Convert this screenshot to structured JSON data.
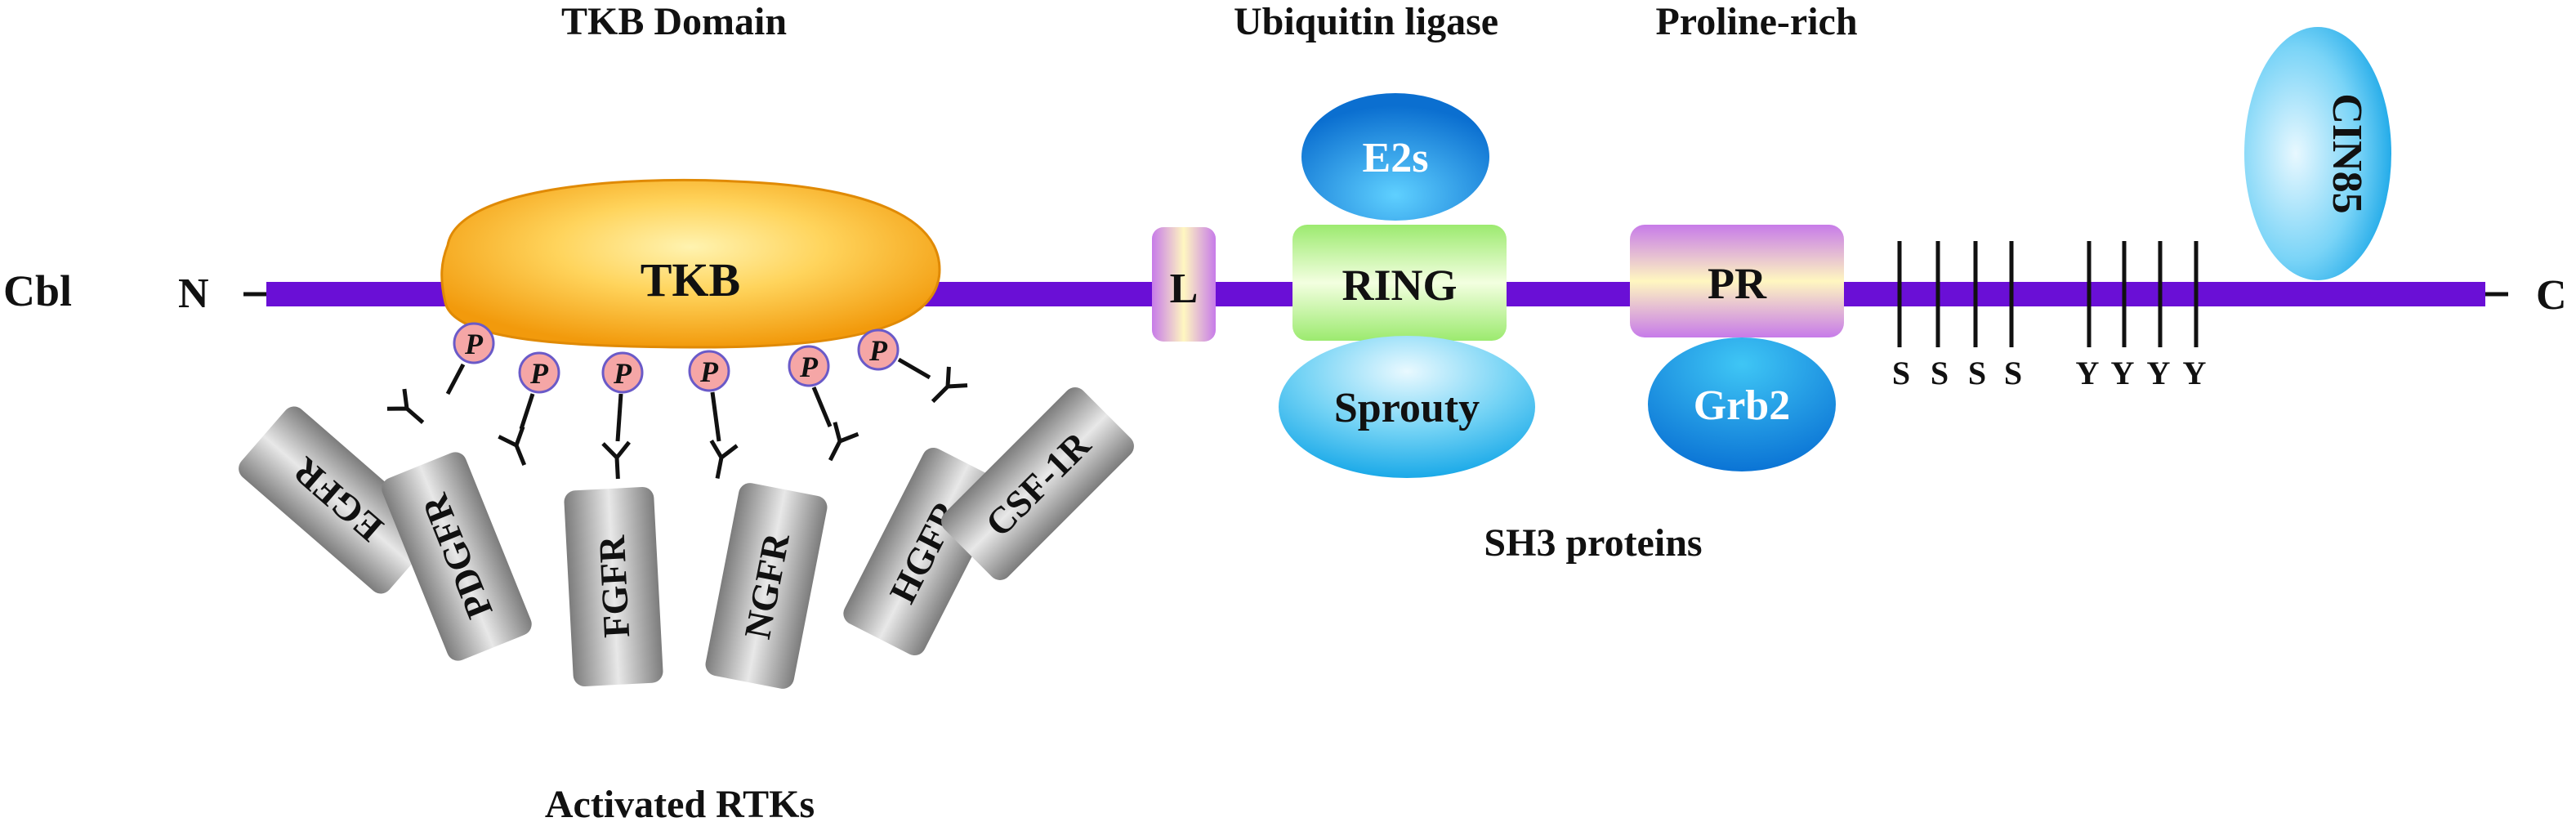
{
  "colors": {
    "backbone": "#6a0fd6",
    "tkb_light": "#ffe27a",
    "tkb_dark": "#f29a0c",
    "phospho_fill": "#f5a6a6",
    "receptor_light": "#e6e6e6",
    "receptor_dark": "#8a8a8a",
    "blue_light": "#e8f8ff",
    "blue_dark": "#0d8fe0",
    "green_light": "#f0ffd0",
    "green_dark": "#8fe070",
    "violet_light": "#fff8c0",
    "violet_dark": "#c57de8",
    "text": "#111111"
  },
  "labels": {
    "cbl": "Cbl",
    "n_term": "N",
    "c_term": "C",
    "tkb_domain": "TKB  Domain",
    "ubiquitin_ligase": "Ubiquitin ligase",
    "proline_rich": "Proline-rich",
    "sh3_proteins": "SH3 proteins",
    "activated_rtks": "Activated RTKs"
  },
  "domains": {
    "tkb": "TKB",
    "linker": "L",
    "ring": "RING",
    "pr": "PR"
  },
  "partners": {
    "e2s": "E2s",
    "sprouty": "Sprouty",
    "grb2": "Grb2",
    "cin85": "CIN85"
  },
  "phospho_label": "P",
  "receptors": [
    "EGFR",
    "PDGFR",
    "FGFR",
    "NGFR",
    "HGFR",
    "CSF-1R"
  ],
  "serine_sites": [
    "S",
    "S",
    "S",
    "S"
  ],
  "tyrosine_sites": [
    "Y",
    "Y",
    "Y",
    "Y"
  ]
}
